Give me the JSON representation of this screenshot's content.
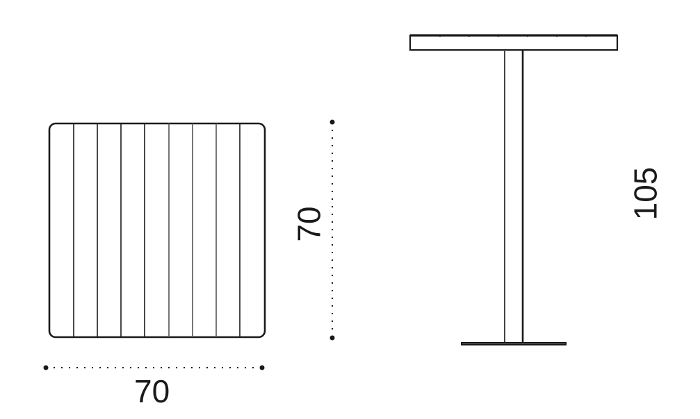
{
  "drawing": {
    "stroke_color": "#1a1a1a",
    "background": "#ffffff",
    "top_view": {
      "shape": "rounded-square",
      "slat_count": 9,
      "width_label": "70",
      "depth_label": "70"
    },
    "side_view": {
      "height_label": "105",
      "top_slat_segments": 7
    }
  }
}
